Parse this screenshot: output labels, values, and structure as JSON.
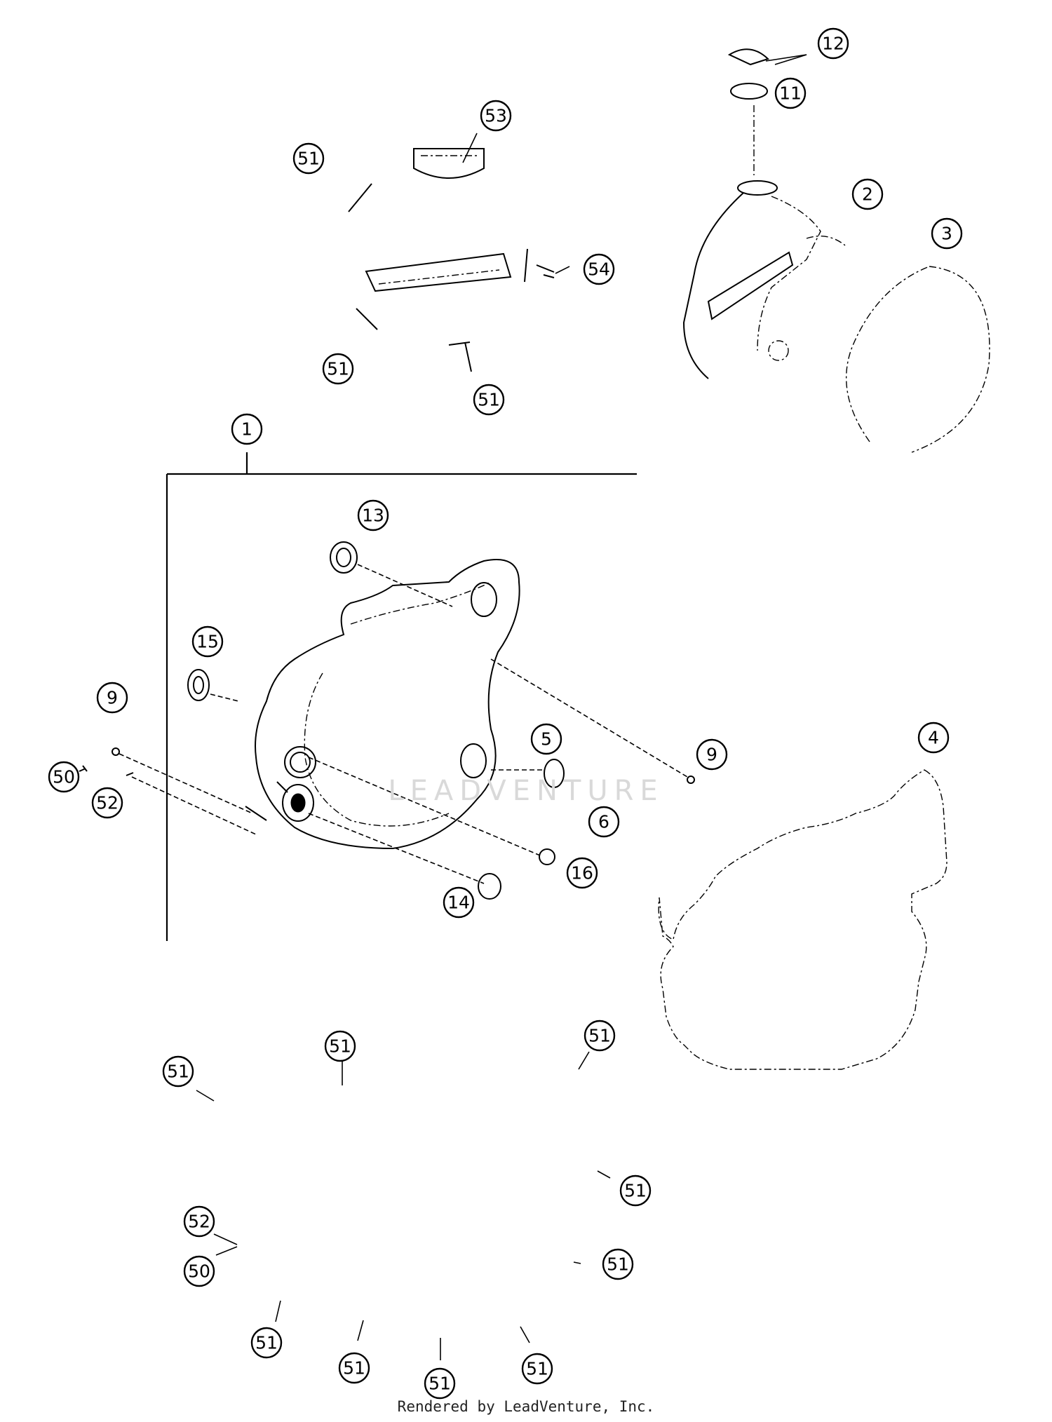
{
  "watermark": "LEADVENTURE",
  "footer": "Rendered by LeadVenture, Inc.",
  "callouts": {
    "c12": "12",
    "c11": "11",
    "c53": "53",
    "c51a": "51",
    "c2": "2",
    "c3": "3",
    "c54": "54",
    "c51b": "51",
    "c51c": "51",
    "c1": "1",
    "c13": "13",
    "c15": "15",
    "c9a": "9",
    "c5": "5",
    "c9b": "9",
    "c50a": "50",
    "c52a": "52",
    "c6": "6",
    "c16": "16",
    "c14": "14",
    "c4": "4",
    "c51d": "51",
    "c51e": "51",
    "c51f": "51",
    "c51g": "51",
    "c52b": "52",
    "c50b": "50",
    "c51h": "51",
    "c51i": "51",
    "c51j": "51",
    "c51k": "51",
    "c51l": "51"
  }
}
